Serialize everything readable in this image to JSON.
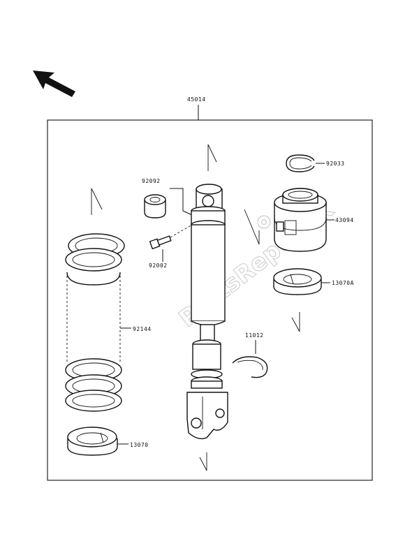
{
  "assembly_number": "45014",
  "watermark": "PartsRepublik",
  "parts": [
    {
      "id": "part-92092",
      "number": "92092"
    },
    {
      "id": "part-92002",
      "number": "92002"
    },
    {
      "id": "part-92033",
      "number": "92033"
    },
    {
      "id": "part-43094",
      "number": "43094"
    },
    {
      "id": "part-13070A",
      "number": "13070A"
    },
    {
      "id": "part-92144",
      "number": "92144"
    },
    {
      "id": "part-11012",
      "number": "11012"
    },
    {
      "id": "part-13070",
      "number": "13070"
    }
  ]
}
